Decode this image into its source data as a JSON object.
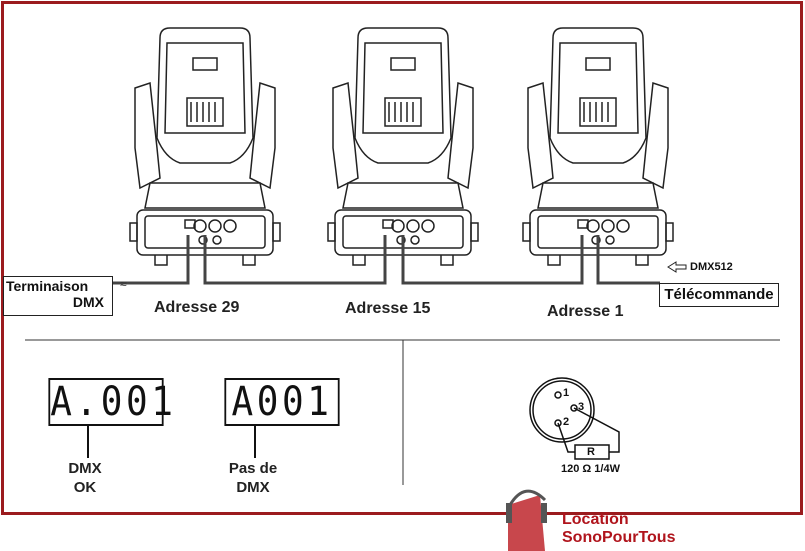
{
  "fixtures": [
    {
      "label": "Adresse 29"
    },
    {
      "label": "Adresse 15"
    },
    {
      "label": "Adresse 1"
    }
  ],
  "termination": {
    "line1": "Terminaison",
    "line2": "DMX"
  },
  "remote": {
    "label": "Télécommande"
  },
  "dmx_input": {
    "label": "DMX512"
  },
  "displays": [
    {
      "value": "A.001",
      "caption1": "DMX",
      "caption2": "OK"
    },
    {
      "value": "A001",
      "caption1": "Pas de",
      "caption2": "DMX"
    }
  ],
  "xlr": {
    "pin1": "1",
    "pin2": "2",
    "pin3": "3",
    "resistor": "R",
    "spec": "120 Ω 1/4W"
  },
  "logo": {
    "line1": "Location",
    "line2": "SonoPourTous"
  },
  "colors": {
    "frame": "#9b1b1e",
    "logo": "#b0141c"
  }
}
